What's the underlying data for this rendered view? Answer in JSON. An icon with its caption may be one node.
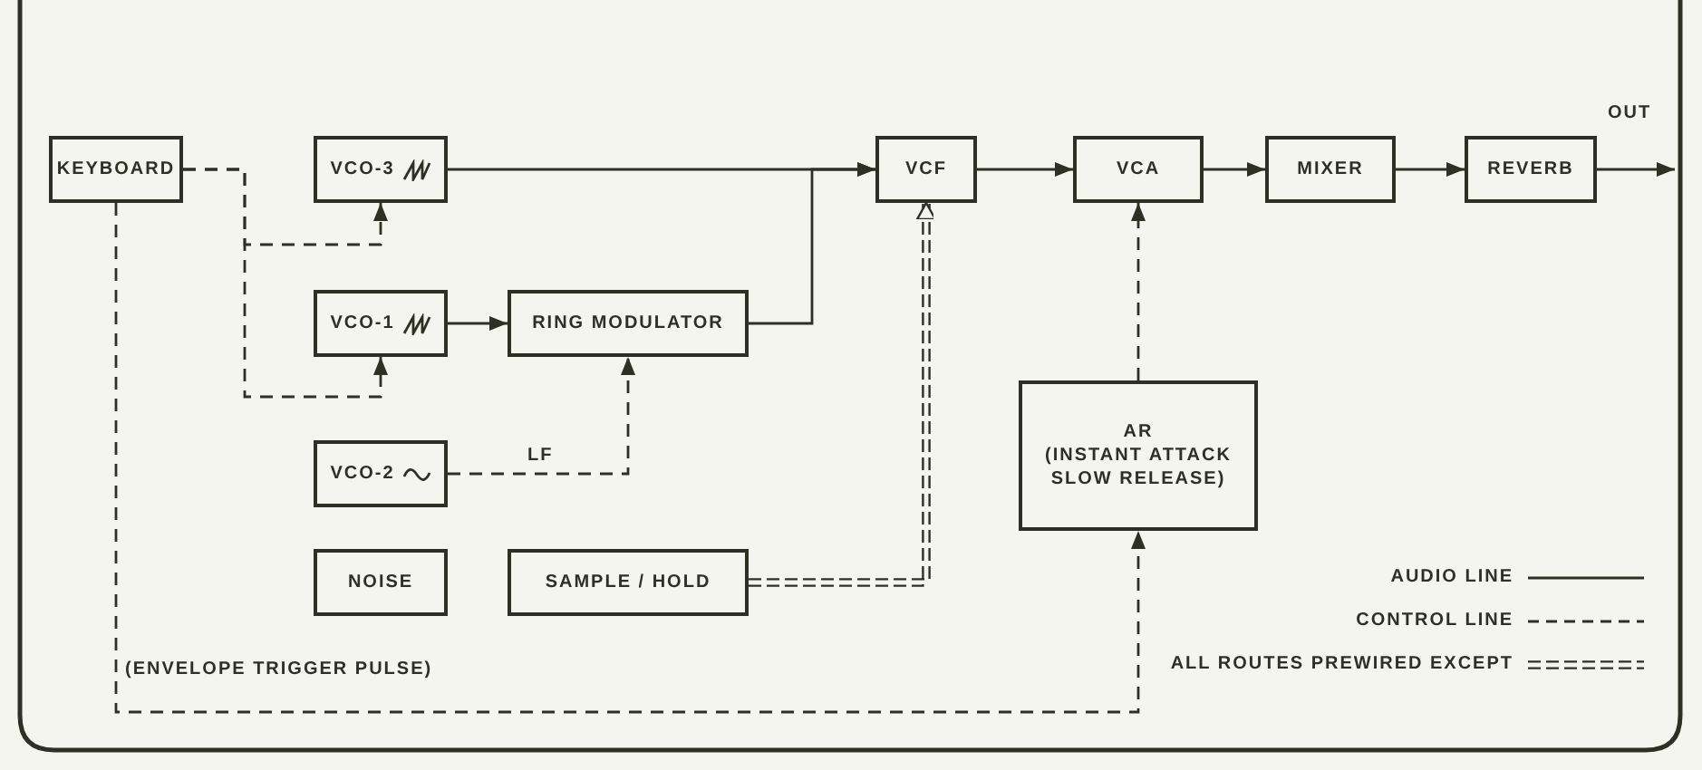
{
  "diagram": {
    "nodes": [
      {
        "text": [
          "KEYBOARD"
        ]
      },
      {
        "text": [
          "VCO-3"
        ]
      },
      {
        "text": [
          "VCO-1"
        ]
      },
      {
        "text": [
          "RING MODULATOR"
        ]
      },
      {
        "text": [
          "VCO-2"
        ]
      },
      {
        "text": [
          "NOISE"
        ]
      },
      {
        "text": [
          "SAMPLE / HOLD"
        ]
      },
      {
        "text": [
          "VCF"
        ]
      },
      {
        "text": [
          "VCA"
        ]
      },
      {
        "text": [
          "MIXER"
        ]
      },
      {
        "text": [
          "REVERB"
        ]
      },
      {
        "text": [
          "AR",
          "(INSTANT ATTACK SLOW RELEASE)"
        ]
      }
    ],
    "edges": [
      {
        "from": 1,
        "to": 7,
        "arrow": "to"
      },
      {
        "from": 3,
        "to": 7,
        "arrow": "to"
      },
      {
        "from": 7,
        "to": 8,
        "arrow": "to"
      },
      {
        "from": 8,
        "to": 9,
        "arrow": "to"
      },
      {
        "from": 9,
        "to": 10,
        "arrow": "to"
      },
      {
        "from": 10,
        "to": null,
        "arrow": "to",
        "label": "OUT"
      },
      {
        "from": 2,
        "to": 3,
        "arrow": "to"
      },
      {
        "from": 0,
        "to": 1,
        "arrow": "to",
        "style": "dashed"
      },
      {
        "from": 0,
        "to": 2,
        "arrow": "to",
        "style": "dashed"
      },
      {
        "from": 0,
        "to": 11,
        "arrow": "to",
        "style": "dashed",
        "label": "(ENVELOPE TRIGGER PULSE)"
      },
      {
        "from": 4,
        "to": 3,
        "arrow": "to",
        "style": "dashed",
        "label": "LF"
      },
      {
        "from": 11,
        "to": 8,
        "arrow": "to",
        "style": "dashed"
      },
      {
        "from": 6,
        "to": 7,
        "arrow": "to",
        "style": "dashed"
      }
    ],
    "legend": [
      {
        "text": "AUDIO LINE"
      },
      {
        "text": "CONTROL LINE"
      },
      {
        "text": "ALL ROUTES PREWIRED EXCEPT"
      }
    ]
  }
}
